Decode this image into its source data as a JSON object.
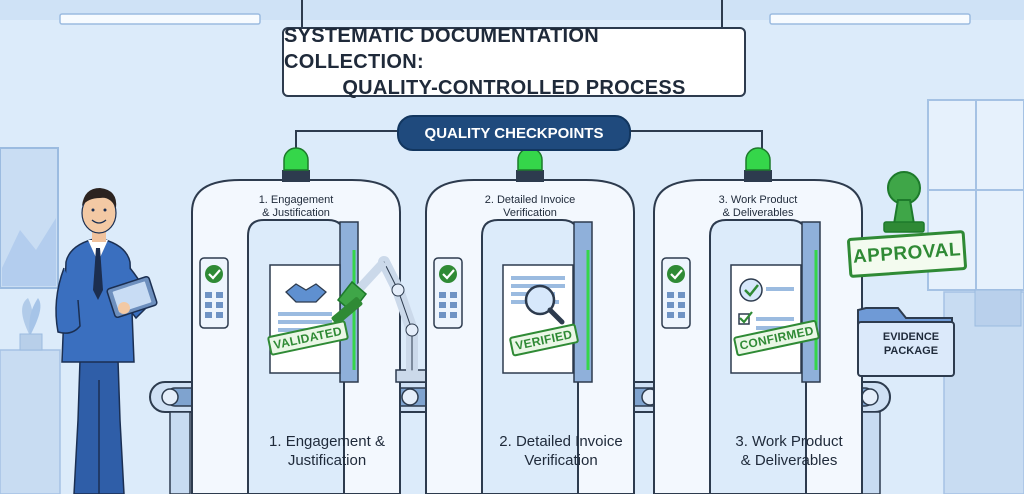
{
  "title": {
    "line1": "SYSTEMATIC DOCUMENTATION COLLECTION:",
    "line2": "QUALITY-CONTROLLED PROCESS"
  },
  "checkpoints_label": "QUALITY CHECKPOINTS",
  "gates": [
    {
      "top_line1": "1. Engagement",
      "top_line2": "& Justification",
      "stamp": "VALIDATED",
      "bottom_line1": "1. Engagement &",
      "bottom_line2": "Justification",
      "doc_icon": "handshake-icon"
    },
    {
      "top_line1": "2. Detailed Invoice",
      "top_line2": "Verification",
      "stamp": "VERIFIED",
      "bottom_line1": "2. Detailed Invoice",
      "bottom_line2": "Verification",
      "doc_icon": "magnifier-icon"
    },
    {
      "top_line1": "3. Work Product",
      "top_line2": "& Deliverables",
      "stamp": "CONFIRMED",
      "bottom_line1": "3. Work Product",
      "bottom_line2": "& Deliverables",
      "doc_icon": "checklist-icon"
    }
  ],
  "approval_stamp": "APPROVAL",
  "evidence_package": {
    "line1": "EVIDENCE",
    "line2": "PACKAGE"
  },
  "colors": {
    "background": "#dcebfa",
    "navy": "#1f4a7d",
    "green": "#2f8a35",
    "signal_green": "#35d64a",
    "gate_frame": "#f3f8fe",
    "gate_stroke": "#2d3b4e"
  }
}
